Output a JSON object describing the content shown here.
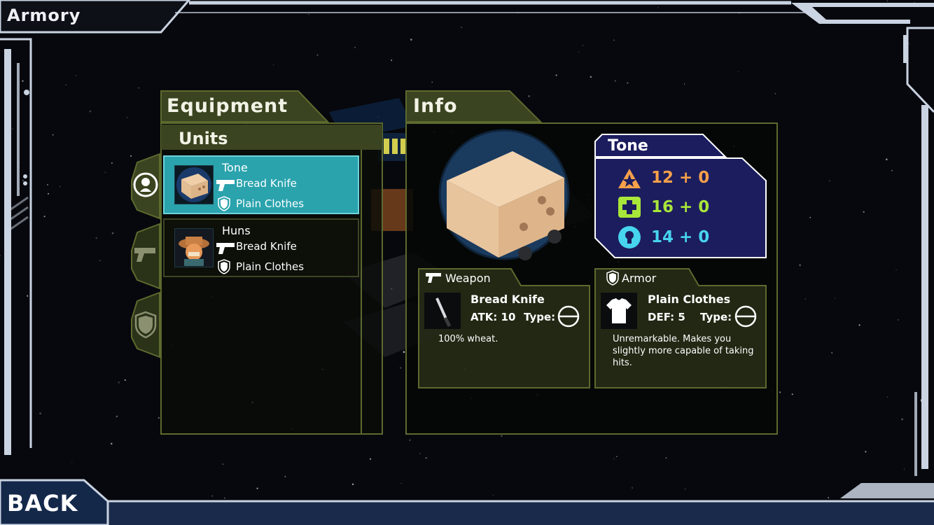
{
  "header": {
    "title": "Armory"
  },
  "footer": {
    "back_label": "BACK"
  },
  "equipment_panel": {
    "title": "Equipment",
    "units_header": "Units",
    "side_tabs": [
      {
        "icon": "unit-icon"
      },
      {
        "icon": "pistol-icon"
      },
      {
        "icon": "shield-icon"
      }
    ],
    "units": [
      {
        "name": "Tone",
        "weapon": "Bread Knife",
        "armor": "Plain Clothes",
        "selected": true
      },
      {
        "name": "Huns",
        "weapon": "Bread Knife",
        "armor": "Plain Clothes",
        "selected": false
      }
    ]
  },
  "info_panel": {
    "title": "Info",
    "unit_name": "Tone",
    "stats": [
      {
        "icon": "attack-icon",
        "value": "12 + 0",
        "color": "#f5a04a"
      },
      {
        "icon": "health-icon",
        "value": "16 + 0",
        "color": "#a8e63a"
      },
      {
        "icon": "idea-icon",
        "value": "14 + 0",
        "color": "#47d4ee"
      }
    ],
    "weapon": {
      "header": "Weapon",
      "name": "Bread Knife",
      "stat": "ATK: 10",
      "type_label": "Type:",
      "description": "100% wheat."
    },
    "armor": {
      "header": "Armor",
      "name": "Plain Clothes",
      "stat": "DEF: 5",
      "type_label": "Type:",
      "description": "Unremarkable. Makes you slightly more capable of taking hits."
    }
  },
  "colors": {
    "panel_olive": "#3a4420",
    "panel_border": "#5c6a2e",
    "selected_row": "#2aa3ad",
    "stat_box": "#1c1d5e",
    "frame": "#c9d3e2"
  }
}
